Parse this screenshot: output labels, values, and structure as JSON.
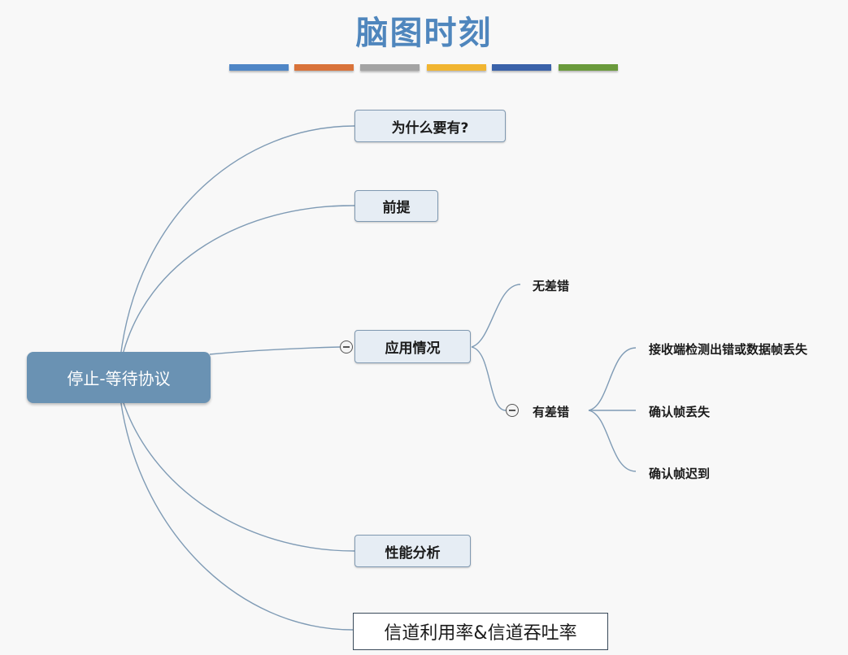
{
  "title": "脑图时刻",
  "color_bars": [
    "#4f86c6",
    "#d9733a",
    "#a3a3a3",
    "#f1b531",
    "#3a62a9",
    "#6a9a3c"
  ],
  "root": {
    "label": "停止-等待协议"
  },
  "branches": [
    {
      "label": "为什么要有?"
    },
    {
      "label": "前提"
    },
    {
      "label": "应用情况"
    },
    {
      "label": "性能分析"
    },
    {
      "label": "信道利用率&信道吞吐率"
    }
  ],
  "application": {
    "no_error": "无差错",
    "with_error": "有差错",
    "error_cases": [
      "接收端检测出错或数据帧丢失",
      "确认帧丢失",
      "确认帧迟到"
    ]
  },
  "colors": {
    "title": "#4f86bd",
    "root_fill": "#6a92b3",
    "node_fill": "#e6edf4",
    "link": "#7f9bb5"
  }
}
